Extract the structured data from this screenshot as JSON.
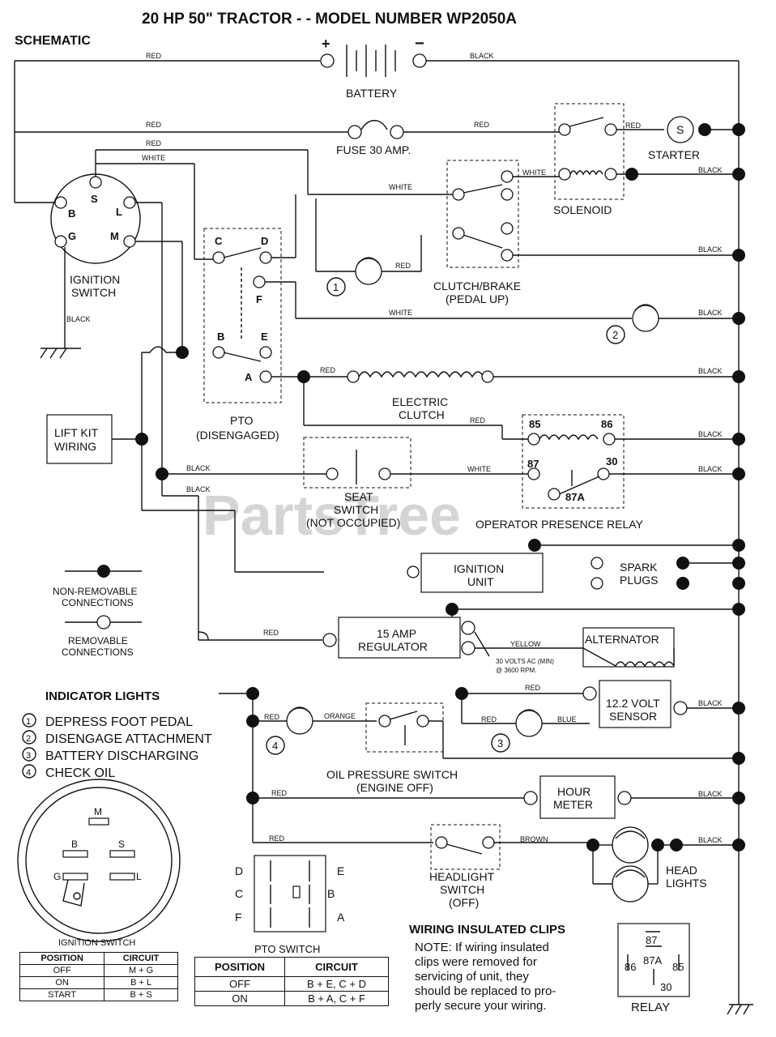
{
  "title": "20 HP 50\" TRACTOR  - -  MODEL NUMBER WP2050A",
  "section_label": "SCHEMATIC",
  "watermark": "PartsTree",
  "components": {
    "battery": "BATTERY",
    "battery_plus": "+",
    "battery_minus": "−",
    "fuse": "FUSE 30 AMP.",
    "starter": "STARTER",
    "starter_s": "S",
    "solenoid": "SOLENOID",
    "ignition_switch_l1": "IGNITION",
    "ignition_switch_l2": "SWITCH",
    "ign_terms": {
      "s": "S",
      "b": "B",
      "l": "L",
      "g": "G",
      "m": "M"
    },
    "clutch_brake_l1": "CLUTCH/BRAKE",
    "clutch_brake_l2": "(PEDAL UP)",
    "pto_l1": "PTO",
    "pto_l2": "(DISENGAGED)",
    "pto_terms": {
      "c": "C",
      "d": "D",
      "f": "F",
      "b": "B",
      "e": "E",
      "a": "A"
    },
    "electric_clutch_l1": "ELECTRIC",
    "electric_clutch_l2": "CLUTCH",
    "lift_kit_l1": "LIFT KIT",
    "lift_kit_l2": "WIRING",
    "seat_switch_l1": "SEAT",
    "seat_switch_l2": "SWITCH",
    "seat_switch_l3": "(NOT OCCUPIED)",
    "relay_terms": {
      "t85": "85",
      "t86": "86",
      "t87": "87",
      "t30": "30",
      "t87a": "87A"
    },
    "operator_relay": "OPERATOR PRESENCE RELAY",
    "ignition_unit_l1": "IGNITION",
    "ignition_unit_l2": "UNIT",
    "spark_plugs_l1": "SPARK",
    "spark_plugs_l2": "PLUGS",
    "regulator_l1": "15 AMP",
    "regulator_l2": "REGULATOR",
    "alternator": "ALTERNATOR",
    "alt_note_l1": "30 VOLTS AC (MIN)",
    "alt_note_l2": "@ 3600 RPM.",
    "sensor_l1": "12.2 VOLT",
    "sensor_l2": "SENSOR",
    "oil_switch_l1": "OIL PRESSURE SWITCH",
    "oil_switch_l2": "(ENGINE OFF)",
    "hour_meter_l1": "HOUR",
    "hour_meter_l2": "METER",
    "headlight_switch_l1": "HEADLIGHT",
    "headlight_switch_l2": "SWITCH",
    "headlight_switch_l3": "(OFF)",
    "head_lights_l1": "HEAD",
    "head_lights_l2": "LIGHTS"
  },
  "wire_colors": {
    "red": "RED",
    "black": "BLACK",
    "white": "WHITE",
    "yellow": "YELLOW",
    "orange": "ORANGE",
    "blue": "BLUE",
    "brown": "BROWN"
  },
  "lamp_numbers": {
    "n1": "1",
    "n2": "2",
    "n3": "3",
    "n4": "4"
  },
  "legend": {
    "non_removable_l1": "NON-REMOVABLE",
    "non_removable_l2": "CONNECTIONS",
    "removable_l1": "REMOVABLE",
    "removable_l2": "CONNECTIONS"
  },
  "indicator_lights": {
    "title": "INDICATOR LIGHTS",
    "items": [
      {
        "num": "1",
        "label": "DEPRESS FOOT PEDAL"
      },
      {
        "num": "2",
        "label": "DISENGAGE ATTACHMENT"
      },
      {
        "num": "3",
        "label": "BATTERY DISCHARGING"
      },
      {
        "num": "4",
        "label": "CHECK OIL"
      }
    ]
  },
  "ignition_connector": {
    "caption": "IGNITION SWITCH",
    "pins": {
      "m": "M",
      "b": "B",
      "s": "S",
      "g": "G",
      "l": "L"
    }
  },
  "ignition_table": {
    "headers": [
      "POSITION",
      "CIRCUIT"
    ],
    "rows": [
      [
        "OFF",
        "M + G"
      ],
      [
        "ON",
        "B + L"
      ],
      [
        "START",
        "B + S"
      ]
    ]
  },
  "pto_connector": {
    "left": [
      "D",
      "C",
      "F"
    ],
    "right": [
      "E",
      "B",
      "A"
    ]
  },
  "pto_table": {
    "caption": "PTO SWITCH",
    "headers": [
      "POSITION",
      "CIRCUIT"
    ],
    "rows": [
      [
        "OFF",
        "B + E, C + D"
      ],
      [
        "ON",
        "B + A, C + F"
      ]
    ]
  },
  "clips_note": {
    "title": "WIRING INSULATED CLIPS",
    "lines": [
      "NOTE: If wiring insulated",
      "clips were removed for",
      "servicing of unit, they",
      "should be replaced to pro-",
      "perly secure your wiring."
    ]
  },
  "relay_pinout": {
    "caption": "RELAY",
    "p87": "87",
    "p87a": "87A",
    "p86": "86",
    "p85": "85",
    "p30": "30"
  }
}
